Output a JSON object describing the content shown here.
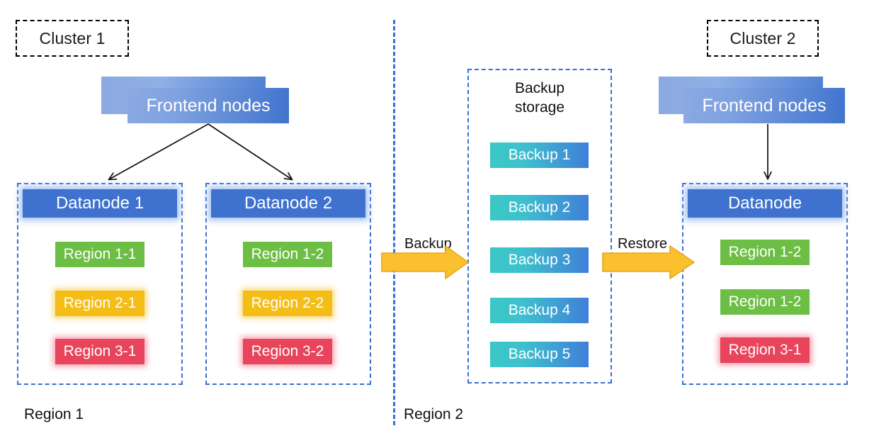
{
  "diagram": {
    "title_cluster1": "Cluster 1",
    "title_cluster2": "Cluster 2",
    "region_label_left": "Region 1",
    "region_label_right": "Region 2",
    "flow_backup": "Backup",
    "flow_restore": "Restore",
    "backup_storage_title": "Backup\nstorage",
    "colors": {
      "dashed_blue": "#3b6fd4",
      "dashed_black": "#000000",
      "datanode_blue": "#3f72ce",
      "region_green": "#6cbe45",
      "region_amber": "#f5bd17",
      "region_red": "#e8455c",
      "backup_teal": "#3ac9c6",
      "backup_blue": "#3f7fd8",
      "arrow_gold": "#fbc02d",
      "arrow_gold_border": "#e0a800",
      "frontend_light": "#8aa9e0",
      "frontend_dark": "#4173cd",
      "text_dark": "#111111",
      "text_light": "#ffffff"
    }
  },
  "cluster1": {
    "frontend_label": "Frontend nodes",
    "datanodes": [
      {
        "header": "Datanode 1",
        "regions": [
          {
            "label": "Region 1-1",
            "tone": "green"
          },
          {
            "label": "Region 2-1",
            "tone": "amber"
          },
          {
            "label": "Region 3-1",
            "tone": "red"
          }
        ]
      },
      {
        "header": "Datanode 2",
        "regions": [
          {
            "label": "Region 1-2",
            "tone": "green"
          },
          {
            "label": "Region 2-2",
            "tone": "amber"
          },
          {
            "label": "Region 3-2",
            "tone": "red"
          }
        ]
      }
    ]
  },
  "backup_storage": {
    "title": "Backup\nstorage",
    "items": [
      {
        "label": "Backup 1"
      },
      {
        "label": "Backup 2"
      },
      {
        "label": "Backup 3"
      },
      {
        "label": "Backup 4"
      },
      {
        "label": "Backup 5"
      }
    ]
  },
  "cluster2": {
    "frontend_label": "Frontend nodes",
    "datanode": {
      "header": "Datanode",
      "regions": [
        {
          "label": "Region 1-2",
          "tone": "green"
        },
        {
          "label": "Region 1-2",
          "tone": "green"
        },
        {
          "label": "Region 3-1",
          "tone": "red"
        }
      ]
    }
  }
}
